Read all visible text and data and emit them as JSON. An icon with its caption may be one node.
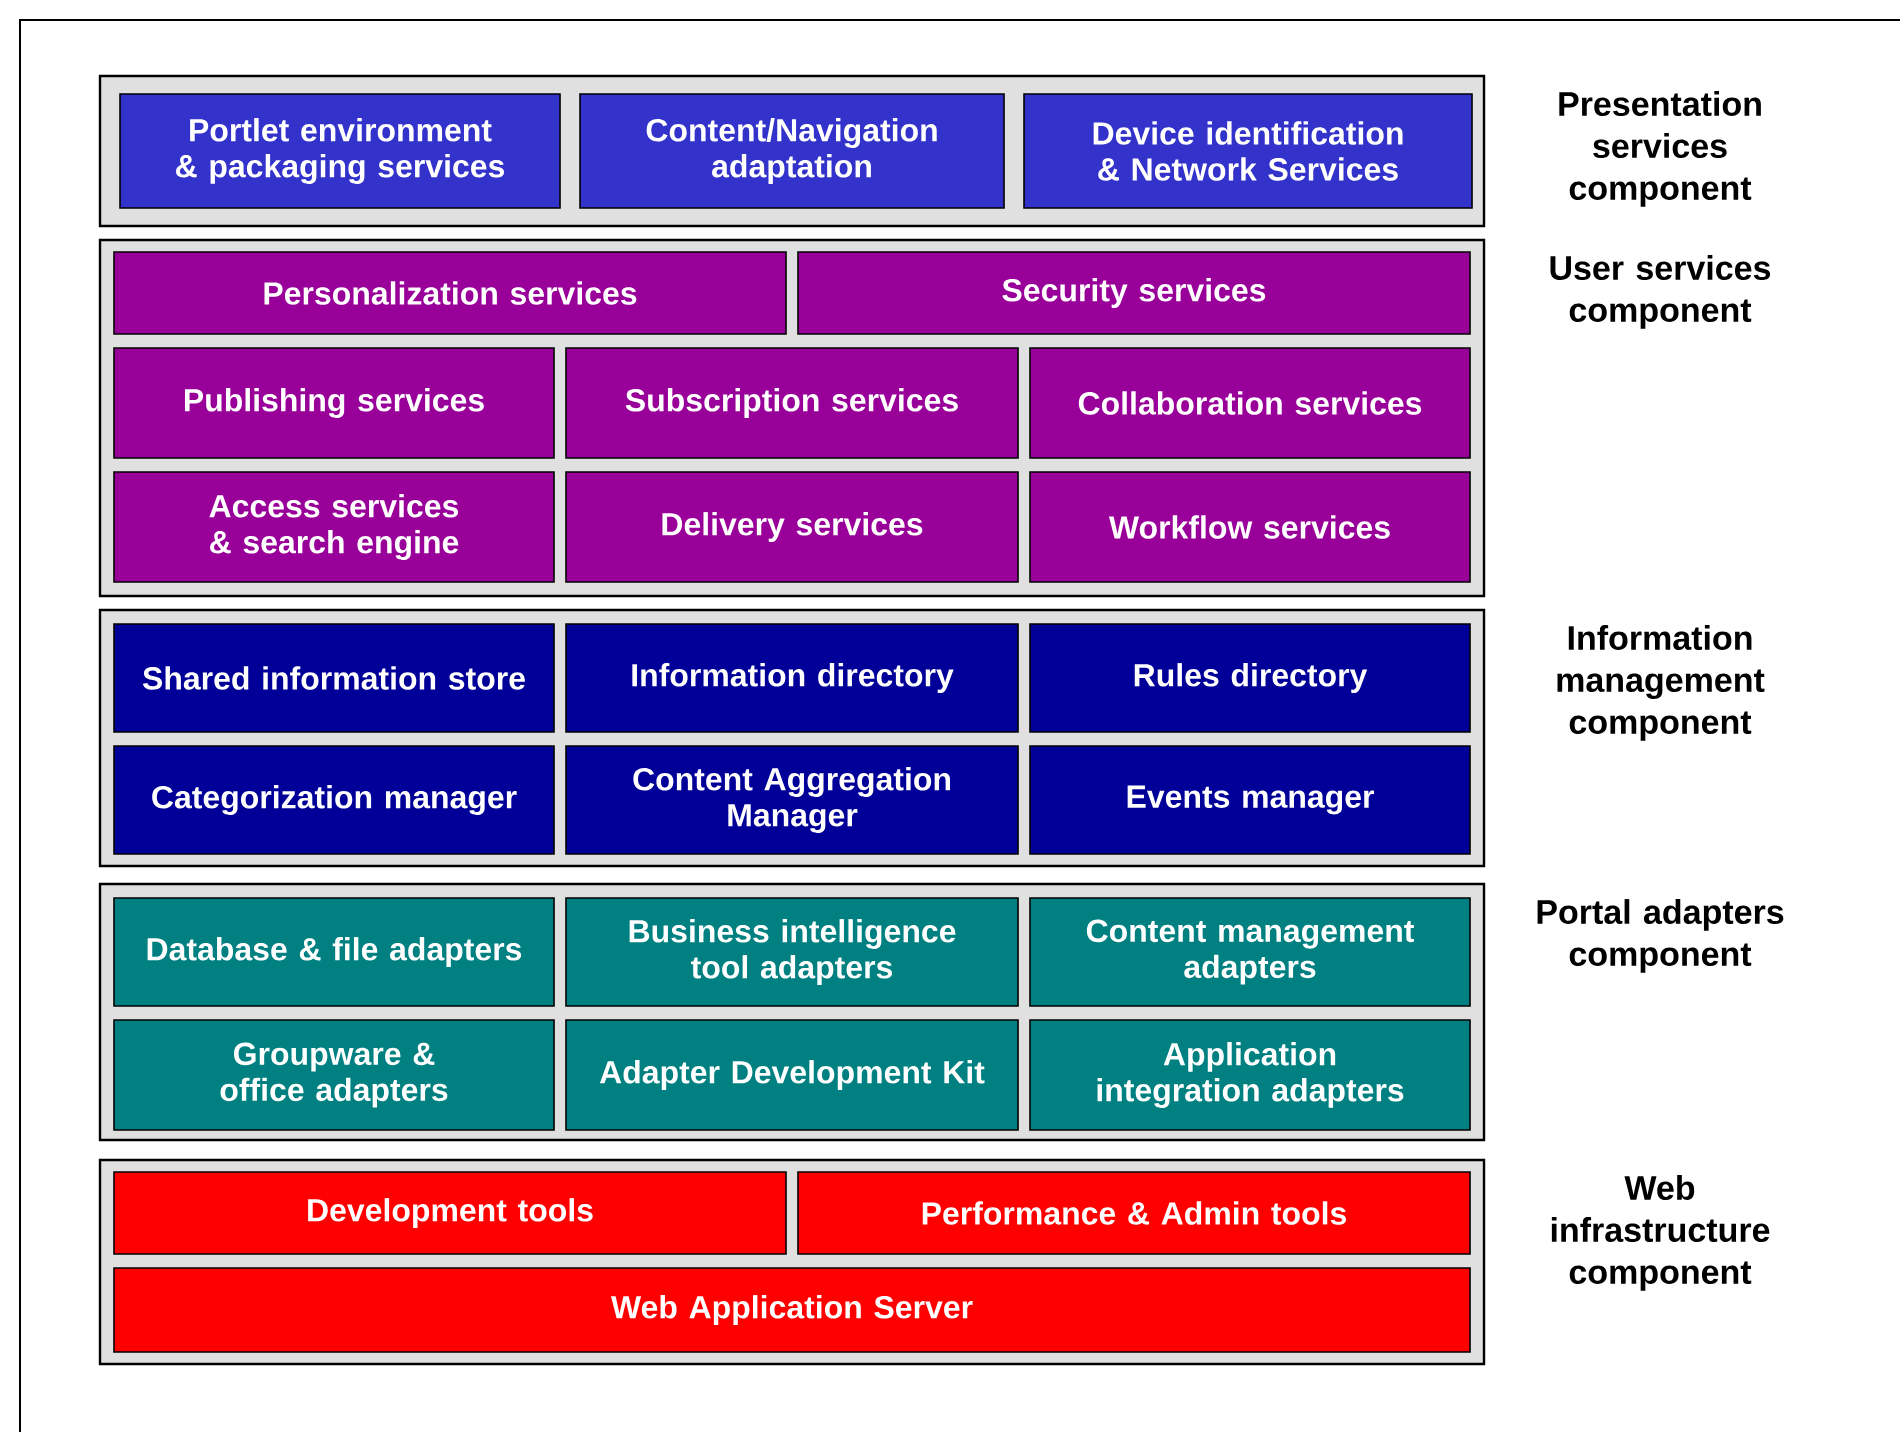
{
  "diagram": {
    "nodes": [
      {
        "text": [
          "Presentation services component"
        ]
      },
      {
        "text": [
          "Portlet environment & packaging services"
        ],
        "in": 0
      },
      {
        "text": [
          "Content/Navigation adaptation"
        ],
        "in": 0
      },
      {
        "text": [
          "Device identification & Network Services"
        ],
        "in": 0
      },
      {
        "text": [
          "User services component"
        ]
      },
      {
        "text": [
          "Personalization services"
        ],
        "in": 4
      },
      {
        "text": [
          "Security services"
        ],
        "in": 4
      },
      {
        "text": [
          "Publishing services"
        ],
        "in": 4
      },
      {
        "text": [
          "Subscription services"
        ],
        "in": 4
      },
      {
        "text": [
          "Collaboration services"
        ],
        "in": 4
      },
      {
        "text": [
          "Access services & search engine"
        ],
        "in": 4
      },
      {
        "text": [
          "Delivery services"
        ],
        "in": 4
      },
      {
        "text": [
          "Workflow services"
        ],
        "in": 4
      },
      {
        "text": [
          "Information management component"
        ]
      },
      {
        "text": [
          "Shared information store"
        ],
        "in": 13
      },
      {
        "text": [
          "Information directory"
        ],
        "in": 13
      },
      {
        "text": [
          "Rules directory"
        ],
        "in": 13
      },
      {
        "text": [
          "Categorization manager"
        ],
        "in": 13
      },
      {
        "text": [
          "Content Aggregation Manager"
        ],
        "in": 13
      },
      {
        "text": [
          "Events manager"
        ],
        "in": 13
      },
      {
        "text": [
          "Portal adapters component"
        ]
      },
      {
        "text": [
          "Database & file adapters"
        ],
        "in": 20
      },
      {
        "text": [
          "Business intelligence tool adapters"
        ],
        "in": 20
      },
      {
        "text": [
          "Content management adapters"
        ],
        "in": 20
      },
      {
        "text": [
          "Groupware & office adapters"
        ],
        "in": 20
      },
      {
        "text": [
          "Adapter Development Kit"
        ],
        "in": 20
      },
      {
        "text": [
          "Application integration adapters"
        ],
        "in": 20
      },
      {
        "text": [
          "Web infrastructure component"
        ]
      },
      {
        "text": [
          "Development tools"
        ],
        "in": 27
      },
      {
        "text": [
          "Performance & Admin tools"
        ],
        "in": 27
      },
      {
        "text": [
          "Web Application Server"
        ],
        "in": 27
      }
    ]
  }
}
